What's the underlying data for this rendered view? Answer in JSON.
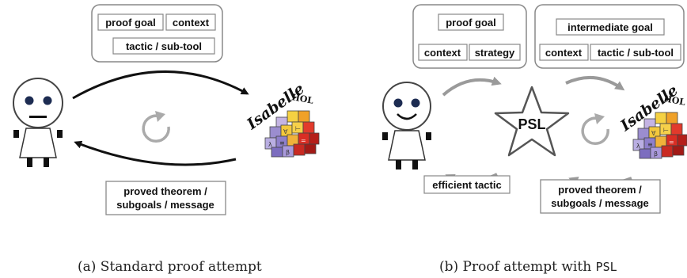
{
  "panel_a": {
    "top_box": {
      "row1": [
        "proof goal",
        "context"
      ],
      "row2": [
        "tactic / sub-tool"
      ]
    },
    "bottom_box": {
      "lines": [
        "proved theorem /",
        "subgoals / message"
      ]
    },
    "logo": {
      "name": "Isabelle",
      "sub": "HOL"
    },
    "caption": "(a) Standard proof attempt"
  },
  "panel_b": {
    "left_top_box": {
      "row1": [
        "proof goal"
      ],
      "row2": [
        "context",
        "strategy"
      ]
    },
    "right_top_box": {
      "row1": [
        "intermediate goal"
      ],
      "row2": [
        "context",
        "tactic / sub-tool"
      ]
    },
    "left_bottom_label": "efficient tactic",
    "right_bottom_box": {
      "lines": [
        "proved theorem /",
        "subgoals / message"
      ]
    },
    "star_label": "PSL",
    "logo": {
      "name": "Isabelle",
      "sub": "HOL"
    },
    "caption_prefix": "(b) Proof attempt with",
    "caption_code": "PSL"
  },
  "colors": {
    "arrow_dark": "#111111",
    "arrow_gray": "#9a9a9a",
    "box_border": "#888888",
    "eye": "#1d2c52"
  }
}
